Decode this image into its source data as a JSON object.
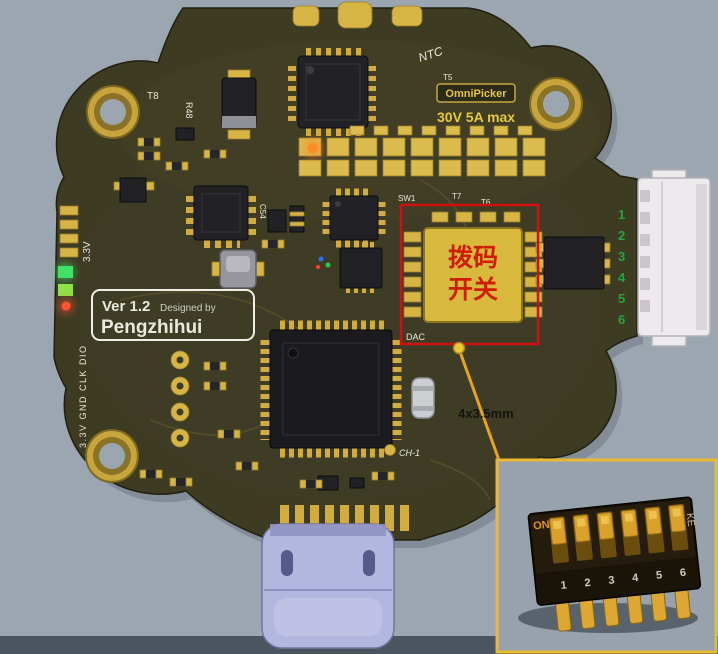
{
  "colors": {
    "background": "#9ba6b0",
    "bottom_strip": "#4b5560",
    "board": "#3e3b23",
    "pad_gold": "#d7b545",
    "annotation_red": "#d01010",
    "pin_number_green": "#1fa53e",
    "usb_lavender": "#b3b6df",
    "inset_border": "#eab832"
  },
  "board": {
    "badge": {
      "brand": "OmniPicker",
      "rating": "30V 5A max"
    },
    "version_box": {
      "version": "Ver 1.2",
      "designed_by": "Designed by",
      "author": "Pengzhihui"
    },
    "silkscreen": {
      "ntc": "NTC",
      "t8": "T8",
      "r48": "R48",
      "t5": "T5",
      "sw1": "SW1",
      "t7": "T7",
      "t6": "T6",
      "c54": "C54",
      "dac": "DAC",
      "ch1": "CH-1",
      "voltage_3v3": "3.3V",
      "left_header_pins": "3.3V GND CLK DIO"
    },
    "connector_pin_numbers": [
      "1",
      "2",
      "3",
      "4",
      "5",
      "6"
    ]
  },
  "annotations": {
    "dip_label_line1": "拨码",
    "dip_label_line2": "开关",
    "dimension": "4x3.5mm"
  },
  "inset": {
    "on_label": "ON",
    "switch_numbers": [
      "1",
      "2",
      "3",
      "4",
      "5",
      "6"
    ],
    "side_label": "KE"
  }
}
